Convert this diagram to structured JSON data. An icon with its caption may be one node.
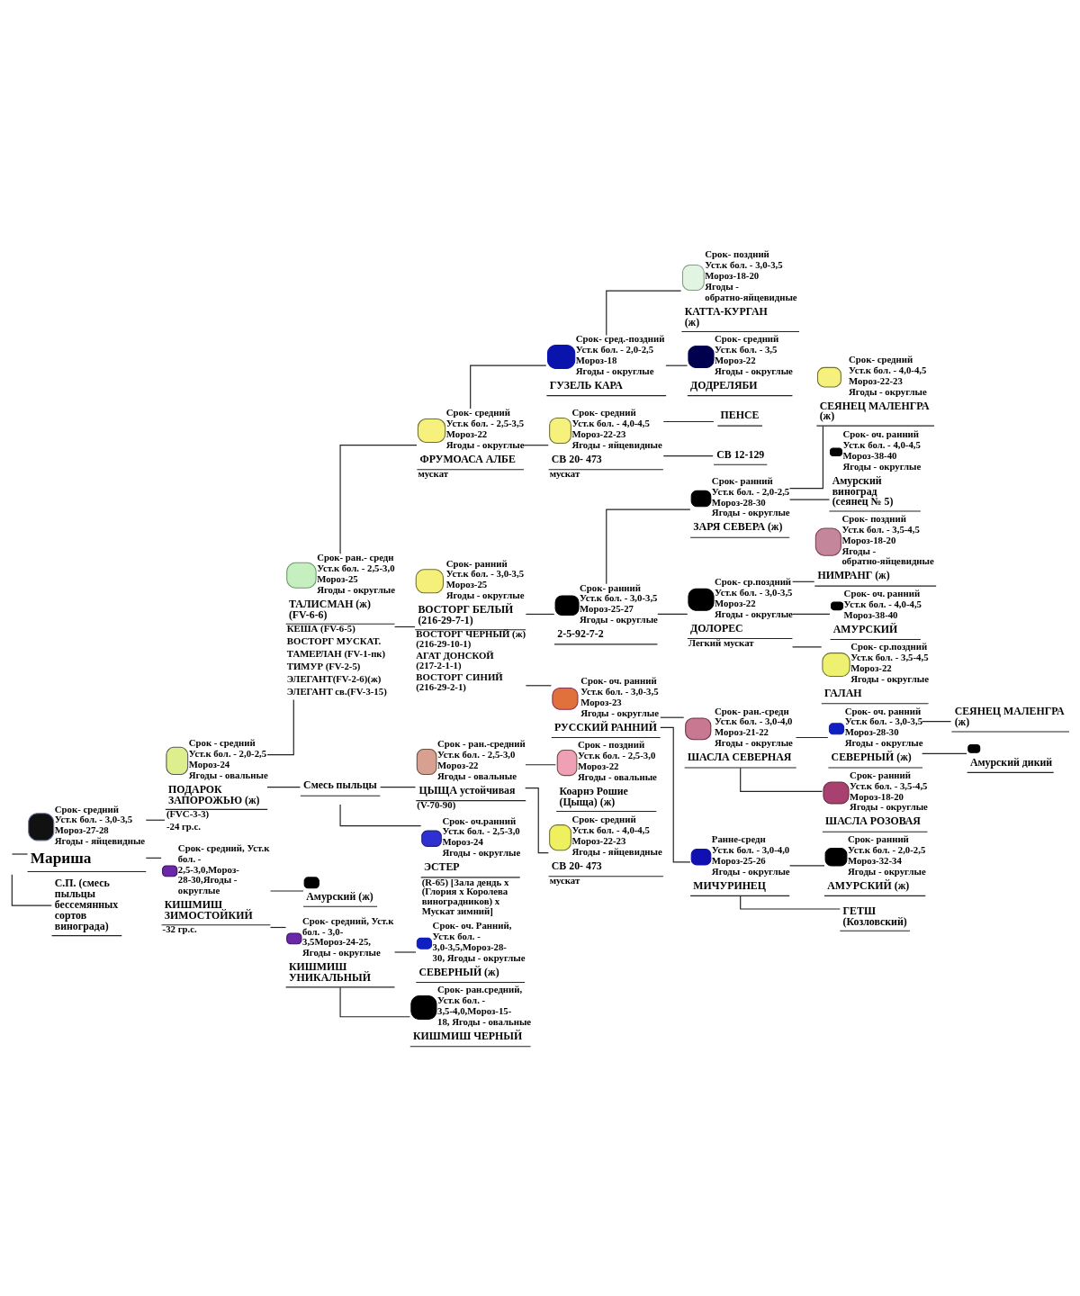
{
  "diagram": {
    "nodes": [
      {
        "text": [
          "Срок- средний",
          "Уст.к бол. - 3,0-3,5",
          "Мороз-27-28",
          "Ягоды - яйцевидные",
          "Мариша"
        ]
      },
      {
        "text": [
          "Срок - средний",
          "Уст.к бол. - 2,0-2,5",
          "Мороз-24",
          "Ягоды - овальные",
          "ПОДАРОК ЗАПОРОЖЬЮ (ж)"
        ],
        "beside": [
          "(FVC-3-3)",
          "-24 гр.с."
        ]
      },
      {
        "text": [
          "Срок- ран.- средн",
          "Уст.к бол. - 2,5-3,0",
          "Мороз-25",
          "Ягоды - округлые",
          "ТАЛИСМАН (ж) (FV-6-6)"
        ],
        "beside": [
          "КЕША (FV-6-5)",
          "ВОСТОРГ МУСКАТ.",
          "ТАМЕРЛАН (FV-1-пк)",
          "ТИМУР (FV-2-5)",
          "ЭЛЕГАНТ(FV-2-6)(ж)",
          "ЭЛЕГАНТ св.(FV-3-15)"
        ]
      },
      {
        "text": [
          "Срок- средний",
          "Уст.к бол. - 2,5-3,5",
          "Мороз-22",
          "Ягоды - округлые",
          "ФРУМОАСА АЛБЕ"
        ],
        "beside": [
          "мускат"
        ]
      },
      {
        "text": [
          "Срок- сред.-поздний",
          "Уст.к бол. - 2,0-2,5",
          "Мороз-18",
          "Ягоды - округлые",
          "ГУЗЕЛЬ КАРА"
        ]
      },
      {
        "text": [
          "Срок- поздний",
          "Уст.к бол. - 3,0-3,5",
          "Мороз-18-20",
          "Ягоды - обратно-яйцевидные",
          "КАТТА-КУРГАН (ж)"
        ]
      },
      {
        "text": [
          "Срок- средний",
          "Уст.к бол. - 3,5",
          "Мороз-22",
          "Ягоды - округлые",
          "ДОДРЕЛЯБИ"
        ]
      },
      {
        "text": [
          "Срок- средний",
          "Уст.к бол. - 4,0-4,5",
          "Мороз-22-23",
          "Ягоды - яйцевидные",
          "СВ 20- 473"
        ],
        "beside": [
          "мускат"
        ]
      },
      {
        "text": [
          "ПЕНСЕ"
        ]
      },
      {
        "text": [
          "СВ 12-129"
        ]
      },
      {
        "text": [
          "Срок- ранний",
          "Уст.к бол. - 3,0-3,5",
          "Мороз-25",
          "Ягоды - округлые",
          "ВОСТОРГ БЕЛЫЙ (216-29-7-1)"
        ],
        "beside": [
          "ВОСТОРГ ЧЕРНЫЙ (ж) (216-29-10-1)",
          "АГАТ ДОНСКОЙ (217-2-1-1)",
          "ВОСТОРГ СИНИЙ (216-29-2-1)"
        ]
      },
      {
        "text": [
          "Срок- ранний",
          "Уст.к бол. - 3,0-3,5",
          "Мороз-25-27",
          "Ягоды - округлые",
          "2-5-92-7-2"
        ]
      },
      {
        "text": [
          "Срок- ранний",
          "Уст.к бол. - 2,0-2,5",
          "Мороз-28-30",
          "Ягоды - округлые",
          "ЗАРЯ СЕВЕРА (ж)"
        ]
      },
      {
        "text": [
          "Срок- средний",
          "Уст.к бол. - 4,0-4,5",
          "Мороз-22-23",
          "Ягоды - округлые",
          "СЕЯНЕЦ МАЛЕНГРА (ж)"
        ]
      },
      {
        "text": [
          "Срок- оч. ранний",
          "Уст.к бол. - 4,0-4,5",
          "Мороз-38-40",
          "Ягоды - округлые",
          "Амурский виноград (сеянец № 5)"
        ]
      },
      {
        "text": [
          "Срок- ср.поздний",
          "Уст.к бол. - 3,0-3,5",
          "Мороз-22",
          "Ягоды - округлые",
          "ДОЛОРЕС"
        ],
        "beside": [
          "Легкий мускат"
        ]
      },
      {
        "text": [
          "Срок- поздний",
          "Уст.к бол. - 3,5-4,5",
          "Мороз-18-20",
          "Ягоды - обратно-яйцевидные",
          "НИМРАНГ (ж)"
        ]
      },
      {
        "text": [
          "Срок- оч. ранний",
          "Уст.к бол. - 4,0-4,5",
          "Мороз-38-40",
          "АМУРСКИЙ"
        ]
      },
      {
        "text": [
          "Срок- ср.поздний",
          "Уст.к бол. - 3,5-4,5",
          "Мороз-22",
          "Ягоды - округлые",
          "ГАЛАН"
        ]
      },
      {
        "text": [
          "Срок- оч. ранний",
          "Уст.к бол. - 3,0-3,5",
          "Мороз-23",
          "Ягоды - округлые",
          "РУССКИЙ РАННИЙ"
        ]
      },
      {
        "text": [
          "Срок- ран.-средн",
          "Уст.к бол. - 3,0-4,0",
          "Мороз-21-22",
          "Ягоды - округлые",
          "ШАСЛА СЕВЕРНАЯ"
        ]
      },
      {
        "text": [
          "Срок- оч. ранний",
          "Уст.к бол. - 3,0-3,5",
          "Мороз-28-30",
          "Ягоды - округлые",
          "СЕВЕРНЫЙ (ж)"
        ]
      },
      {
        "text": [
          "СЕЯНЕЦ МАЛЕНГРА (ж)"
        ]
      },
      {
        "text": [
          "Амурский дикий"
        ]
      },
      {
        "text": [
          "Срок- ранний",
          "Уст.к бол. - 3,5-4,5",
          "Мороз-18-20",
          "Ягоды - округлые",
          "ШАСЛА РОЗОВАЯ"
        ]
      },
      {
        "text": [
          "Ранне-средн",
          "Уст.к бол. - 3,0-4,0",
          "Мороз-25-26",
          "Ягоды - округлые",
          "МИЧУРИНЕЦ"
        ]
      },
      {
        "text": [
          "Срок- ранний",
          "Уст.к бол. - 2,0-2,5",
          "Мороз-32-34",
          "Ягоды - округлые",
          "АМУРСКИЙ (ж)"
        ]
      },
      {
        "text": [
          "ГЕТШ (Козловский)"
        ]
      },
      {
        "text": [
          "Смесь пыльцы"
        ]
      },
      {
        "text": [
          "Срок - ран.-средний",
          "Уст.к бол. - 2,5-3,0",
          "Мороз-22",
          "Ягоды - овальные",
          "ЦЫЩА устойчивая"
        ],
        "beside": [
          "(V-70-90)"
        ]
      },
      {
        "text": [
          "Срок - поздний",
          "Уст.к бол. - 2,5-3,0",
          "Мороз-22",
          "Ягоды - овальные",
          "Коарнэ Рошие (Цыща) (ж)"
        ]
      },
      {
        "text": [
          "Срок- средний",
          "Уст.к бол. - 4,0-4,5",
          "Мороз-22-23",
          "Ягоды - яйцевидные",
          "СВ 20- 473"
        ],
        "beside": [
          "мускат"
        ]
      },
      {
        "text": [
          "Срок- оч.ранний",
          "Уст.к бол. - 2,5-3,0",
          "Мороз-24",
          "Ягоды - округлые",
          "ЭСТЕР"
        ],
        "beside": [
          "(R-65) [Зала дендь х (Глория х Королева виноградников) х Мускат зимний]"
        ]
      },
      {
        "text": [
          "Срок- средний, Уст.к бол. - 2,5-3,0,Мороз- 28-30,Ягоды - округлые",
          "КИШМИШ ЗИМОСТОЙКИЙ"
        ],
        "beside": [
          "-32 гр.с."
        ]
      },
      {
        "text": [
          "Амурский (ж)"
        ]
      },
      {
        "text": [
          "Срок- средний, Уст.к бол. - 3,0- 3,5Мороз-24-25, Ягоды - округлые",
          "КИШМИШ УНИКАЛЬНЫЙ"
        ]
      },
      {
        "text": [
          "Срок- оч. Ранний, Уст.к бол. - 3,0-3,5,Мороз-28- 30, Ягоды - округлые",
          "СЕВЕРНЫЙ (ж)"
        ]
      },
      {
        "text": [
          "Срок- ран.средний, Уст.к бол. - 3,5-4,0,Мороз-15- 18, Ягоды - овальные",
          "КИШМИШ ЧЕРНЫЙ"
        ]
      },
      {
        "text": [
          "С.П. (смесь пыльцы бессемянных сортов винограда)"
        ]
      }
    ],
    "edges": [
      {
        "from": null,
        "to": 0,
        "arrow": "none"
      },
      {
        "from": null,
        "to": 38,
        "arrow": "none"
      },
      {
        "from": 0,
        "to": 1,
        "arrow": "none"
      },
      {
        "from": 0,
        "to": 33,
        "arrow": "none"
      },
      {
        "from": 1,
        "to": 2,
        "arrow": "none"
      },
      {
        "from": 1,
        "to": 28,
        "arrow": "none"
      },
      {
        "from": 2,
        "to": 3,
        "arrow": "none"
      },
      {
        "from": 2,
        "to": 10,
        "arrow": "none"
      },
      {
        "from": 3,
        "to": 4,
        "arrow": "none"
      },
      {
        "from": 3,
        "to": 7,
        "arrow": "none"
      },
      {
        "from": 4,
        "to": 5,
        "arrow": "none"
      },
      {
        "from": 4,
        "to": 6,
        "arrow": "none"
      },
      {
        "from": 7,
        "to": 8,
        "arrow": "none"
      },
      {
        "from": 7,
        "to": 9,
        "arrow": "none"
      },
      {
        "from": 10,
        "to": 11,
        "arrow": "none"
      },
      {
        "from": 10,
        "to": 19,
        "arrow": "none"
      },
      {
        "from": 11,
        "to": 12,
        "arrow": "none"
      },
      {
        "from": 11,
        "to": 15,
        "arrow": "none"
      },
      {
        "from": 12,
        "to": 13,
        "arrow": "none"
      },
      {
        "from": 12,
        "to": 14,
        "arrow": "none"
      },
      {
        "from": 15,
        "to": 16,
        "arrow": "none"
      },
      {
        "from": 15,
        "to": 17,
        "arrow": "none"
      },
      {
        "from": 15,
        "to": 18,
        "arrow": "none"
      },
      {
        "from": 19,
        "to": 20,
        "arrow": "none"
      },
      {
        "from": 19,
        "to": 25,
        "arrow": "none"
      },
      {
        "from": 20,
        "to": 21,
        "arrow": "none"
      },
      {
        "from": 20,
        "to": 24,
        "arrow": "none"
      },
      {
        "from": 21,
        "to": 22,
        "arrow": "none"
      },
      {
        "from": 21,
        "to": 23,
        "arrow": "none"
      },
      {
        "from": 25,
        "to": 26,
        "arrow": "none"
      },
      {
        "from": 25,
        "to": 27,
        "arrow": "none"
      },
      {
        "from": 28,
        "to": 29,
        "arrow": "none"
      },
      {
        "from": 28,
        "to": 32,
        "arrow": "none"
      },
      {
        "from": 29,
        "to": 30,
        "arrow": "none"
      },
      {
        "from": 29,
        "to": 31,
        "arrow": "none"
      },
      {
        "from": 33,
        "to": 34,
        "arrow": "none"
      },
      {
        "from": 33,
        "to": 35,
        "arrow": "none"
      },
      {
        "from": 35,
        "to": 36,
        "arrow": "none"
      },
      {
        "from": 35,
        "to": 37,
        "arrow": "none"
      }
    ]
  }
}
